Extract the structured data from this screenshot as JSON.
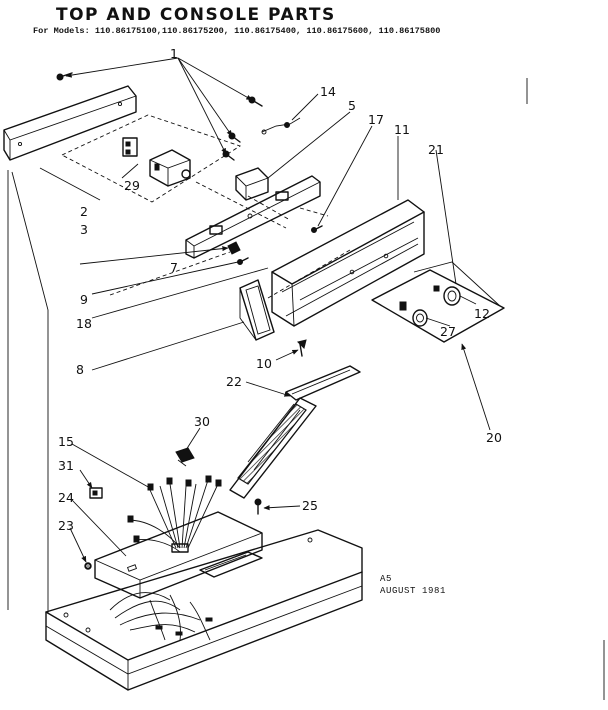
{
  "title": "TOP AND CONSOLE PARTS",
  "subtitle": "For Models: 110.86175100,110.86175200, 110.86175400, 110.86175600, 110.86175800",
  "note_a5": "A5",
  "note_date": "AUGUST 1981",
  "callouts": {
    "c1": "1",
    "c14": "14",
    "c5": "5",
    "c17": "17",
    "c11": "11",
    "c21": "21",
    "c29": "29",
    "c2": "2",
    "c3": "3",
    "c7": "7",
    "c9": "9",
    "c18": "18",
    "c12": "12",
    "c27": "27",
    "c8": "8",
    "c10": "10",
    "c22": "22",
    "c20": "20",
    "c30": "30",
    "c15": "15",
    "c31": "31",
    "c24": "24",
    "c25": "25",
    "c23": "23"
  }
}
